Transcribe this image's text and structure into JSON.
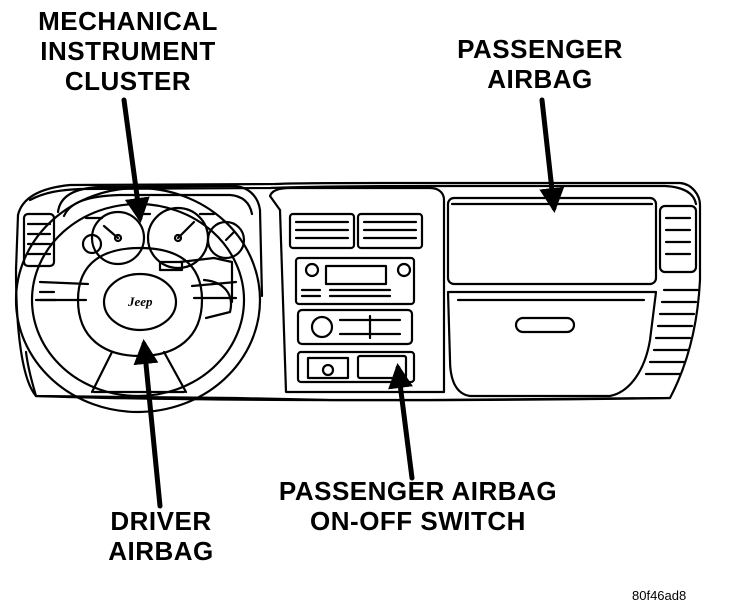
{
  "labels": {
    "cluster": {
      "lines": [
        "MECHANICAL",
        "INSTRUMENT",
        "CLUSTER"
      ]
    },
    "passenger_airbag": {
      "lines": [
        "PASSENGER",
        "AIRBAG"
      ]
    },
    "switch": {
      "lines": [
        "PASSENGER AIRBAG",
        "ON-OFF SWITCH"
      ]
    },
    "driver_airbag": {
      "lines": [
        "DRIVER",
        "AIRBAG"
      ]
    }
  },
  "steering_logo": "Jeep",
  "figure_code": "80f46ad8"
}
